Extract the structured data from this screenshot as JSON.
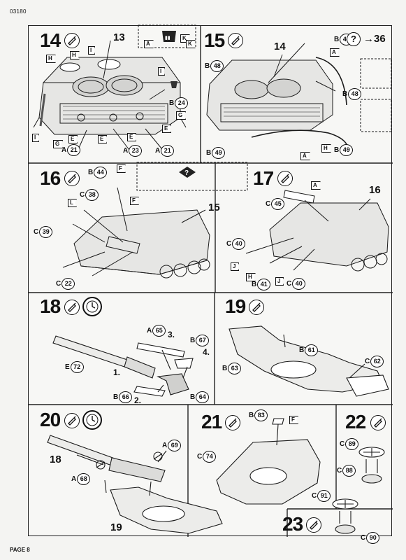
{
  "header": {
    "code": "03180"
  },
  "footer": {
    "page": "PAGE 8"
  },
  "steps": {
    "s14": {
      "number": "14",
      "callout": "13",
      "inset_flags": [
        "A",
        "K",
        "K"
      ],
      "parts": {
        "b24": "24",
        "a21a": "21",
        "a23": "23",
        "a21b": "21"
      },
      "flags": {
        "h1": "H",
        "h2": "H",
        "i1": "I",
        "i2": "I",
        "i3": "I",
        "g1": "G",
        "g2": "G",
        "e1": "E",
        "e2": "E",
        "e3": "E",
        "e4": "E"
      }
    },
    "s15": {
      "number": "15",
      "callout": "14",
      "next": "36",
      "parts": {
        "b46": "46",
        "b48a": "48",
        "b48b": "48",
        "b49a": "49",
        "b49b": "49"
      },
      "flags": {
        "a1": "A",
        "a2": "A",
        "h1": "H"
      }
    },
    "s16": {
      "number": "16",
      "callout": "15",
      "parts": {
        "b44": "44",
        "c38": "38",
        "c39": "39",
        "c22": "22"
      },
      "flags": {
        "f1": "F",
        "f2": "F",
        "l1": "L"
      }
    },
    "s17": {
      "number": "17",
      "callout": "16",
      "parts": {
        "c45": "45",
        "c40a": "40",
        "b41": "41",
        "c40b": "40"
      },
      "flags": {
        "a1": "A",
        "j1": "J",
        "h1": "H",
        "j2": "J"
      }
    },
    "s18": {
      "number": "18",
      "seq1": "1.",
      "seq2": "2.",
      "seq3": "3.",
      "seq4": "4.",
      "parts": {
        "a65": "65",
        "b67": "67",
        "e72": "72",
        "b66": "66",
        "b64": "64"
      }
    },
    "s19": {
      "number": "19",
      "parts": {
        "b61": "61",
        "b63": "63",
        "c62": "62"
      }
    },
    "s20": {
      "number": "20",
      "callout_a": "18",
      "callout_b": "19",
      "parts": {
        "a69": "69",
        "a68": "68"
      }
    },
    "s21": {
      "number": "21",
      "parts": {
        "b83": "83",
        "c74": "74"
      },
      "flags": {
        "f1": "F"
      }
    },
    "s22": {
      "number": "22",
      "parts": {
        "c89": "89",
        "c88": "88"
      }
    },
    "s23": {
      "number": "23",
      "parts": {
        "c91": "91",
        "c90": "90"
      }
    }
  }
}
